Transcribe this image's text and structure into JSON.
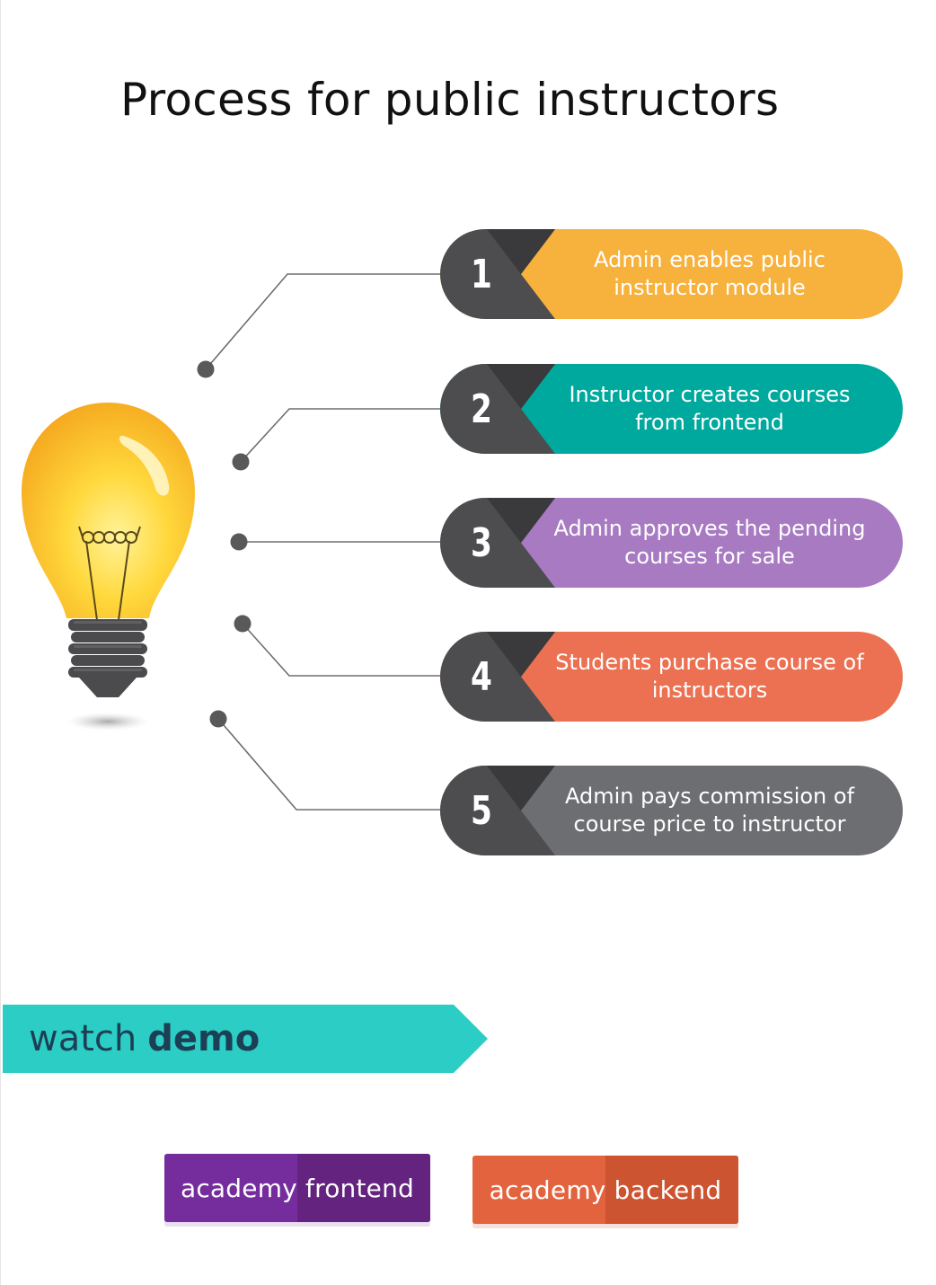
{
  "title": "Process for public instructors",
  "steps": [
    {
      "number": "1",
      "text": "Admin enables public instructor module",
      "color": "#f7b13d"
    },
    {
      "number": "2",
      "text": "Instructor creates courses from frontend",
      "color": "#00a99d"
    },
    {
      "number": "3",
      "text": "Admin approves the pending courses for sale",
      "color": "#a77ac2"
    },
    {
      "number": "4",
      "text": "Students purchase course of instructors",
      "color": "#ec7152"
    },
    {
      "number": "5",
      "text": "Admin pays commission of course price to instructor",
      "color": "#6d6e71"
    }
  ],
  "colors": {
    "number_badge": "#4d4d4f",
    "badge_shadow": "#3a3a3c",
    "connector": "#6d6e71",
    "bulb_glass": "#fbc32e",
    "bulb_base": "#4b4b4d",
    "watch_demo_banner": "#2bcdc5"
  },
  "icons": {
    "illustration": "lightbulb-icon"
  },
  "watch_demo": {
    "light": "watch",
    "bold": "demo"
  },
  "buttons": {
    "frontend": "academy frontend",
    "backend": "academy backend"
  }
}
